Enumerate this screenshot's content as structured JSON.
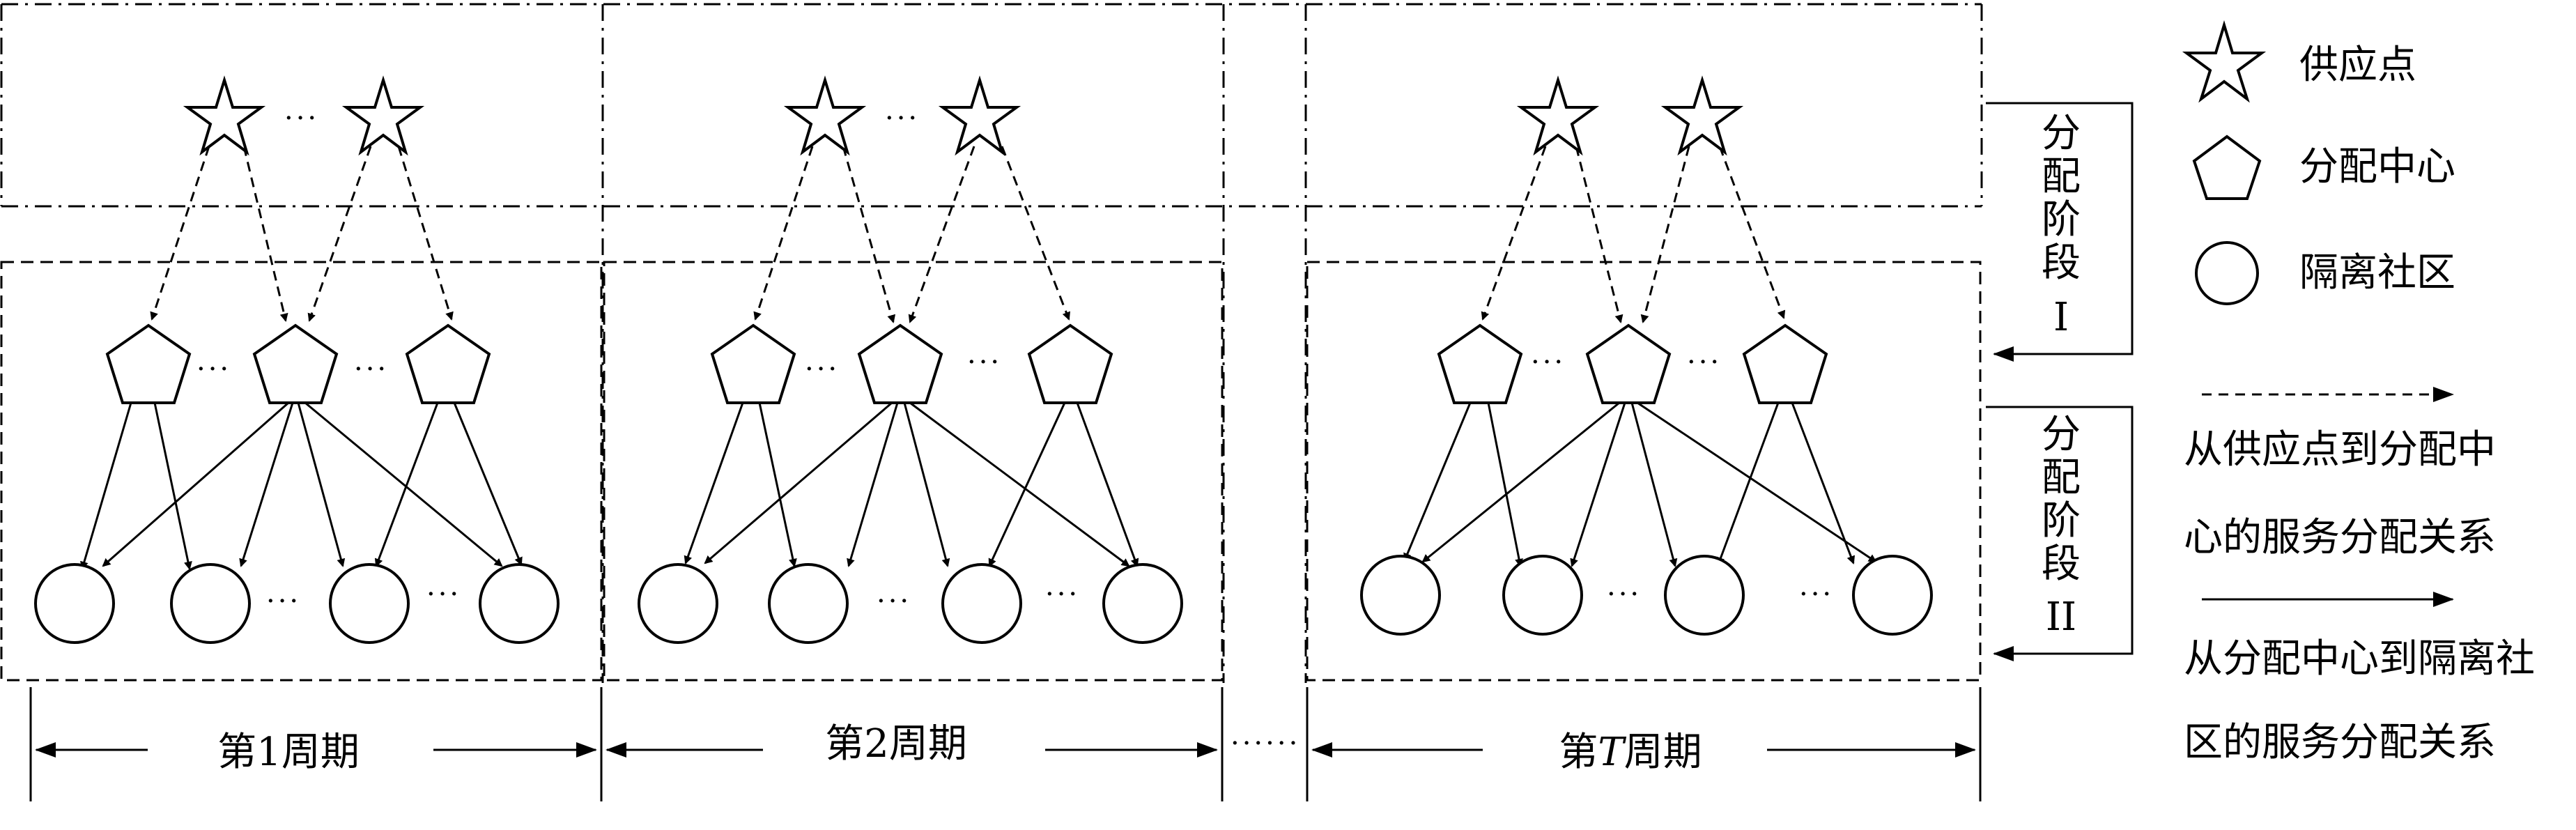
{
  "legend": {
    "supply_point": "供应点",
    "distribution_center": "分配中心",
    "isolation_community": "隔离社区",
    "dashed_relation_line1": "从供应点到分配中",
    "dashed_relation_line2": "心的服务分配关系",
    "solid_relation_line1": "从分配中心到隔离社",
    "solid_relation_line2": "区的服务分配关系"
  },
  "stages": {
    "stage1": [
      "分",
      "配",
      "阶",
      "段",
      "I"
    ],
    "stage2": [
      "分",
      "配",
      "阶",
      "段",
      "II"
    ]
  },
  "periods": [
    {
      "prefix": "第",
      "num": "1",
      "suffix": "周期",
      "italic": false
    },
    {
      "prefix": "第",
      "num": "2",
      "suffix": "周期",
      "italic": false
    },
    {
      "prefix": "第",
      "num": "T",
      "suffix": "周期",
      "italic": true
    }
  ],
  "ellipsis_short": "···",
  "ellipsis_long": "······",
  "colors": {
    "stroke": "#000000",
    "background": "#ffffff"
  }
}
